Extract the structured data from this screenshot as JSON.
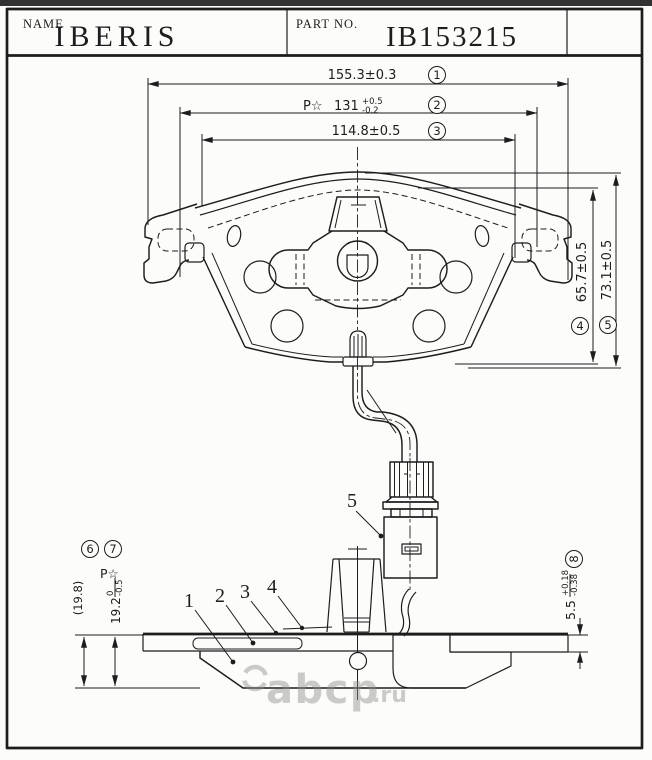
{
  "colors": {
    "ink": "#1d1d1d",
    "paper": "#fcfcfa",
    "watermark": "#8f8f8f"
  },
  "title_block": {
    "name_label": "NAME",
    "name_value": "IBERIS",
    "part_no_label": "PART NO.",
    "part_no_value": "IB153215"
  },
  "dims": {
    "overall_width": {
      "text": "155.3±0.3",
      "balloon": "1"
    },
    "pad_width": {
      "prefix": "P☆",
      "value": "131",
      "tol_up": "+0.5",
      "tol_dn": "-0.2",
      "balloon": "2"
    },
    "inner_width": {
      "text": "114.8±0.5",
      "balloon": "3"
    },
    "pad_height": {
      "text": "65.7±0.5",
      "balloon": "4"
    },
    "overall_height": {
      "text": "73.1±0.5",
      "balloon": "5"
    },
    "ref_thickness": {
      "text": "(19.8)",
      "balloon": "6"
    },
    "total_thickness": {
      "prefix": "P☆",
      "value": "19.2",
      "tol_up": "0",
      "tol_dn": "-0.5",
      "balloon": "7"
    },
    "plate_thickness": {
      "value": "5.5",
      "tol_up": "+0.18",
      "tol_dn": "-0.38",
      "balloon": "8"
    }
  },
  "callouts": {
    "c1": "1",
    "c2": "2",
    "c3": "3",
    "c4": "4",
    "c5": "5"
  },
  "watermark": {
    "main": "abcp",
    "tld": ".ru"
  }
}
